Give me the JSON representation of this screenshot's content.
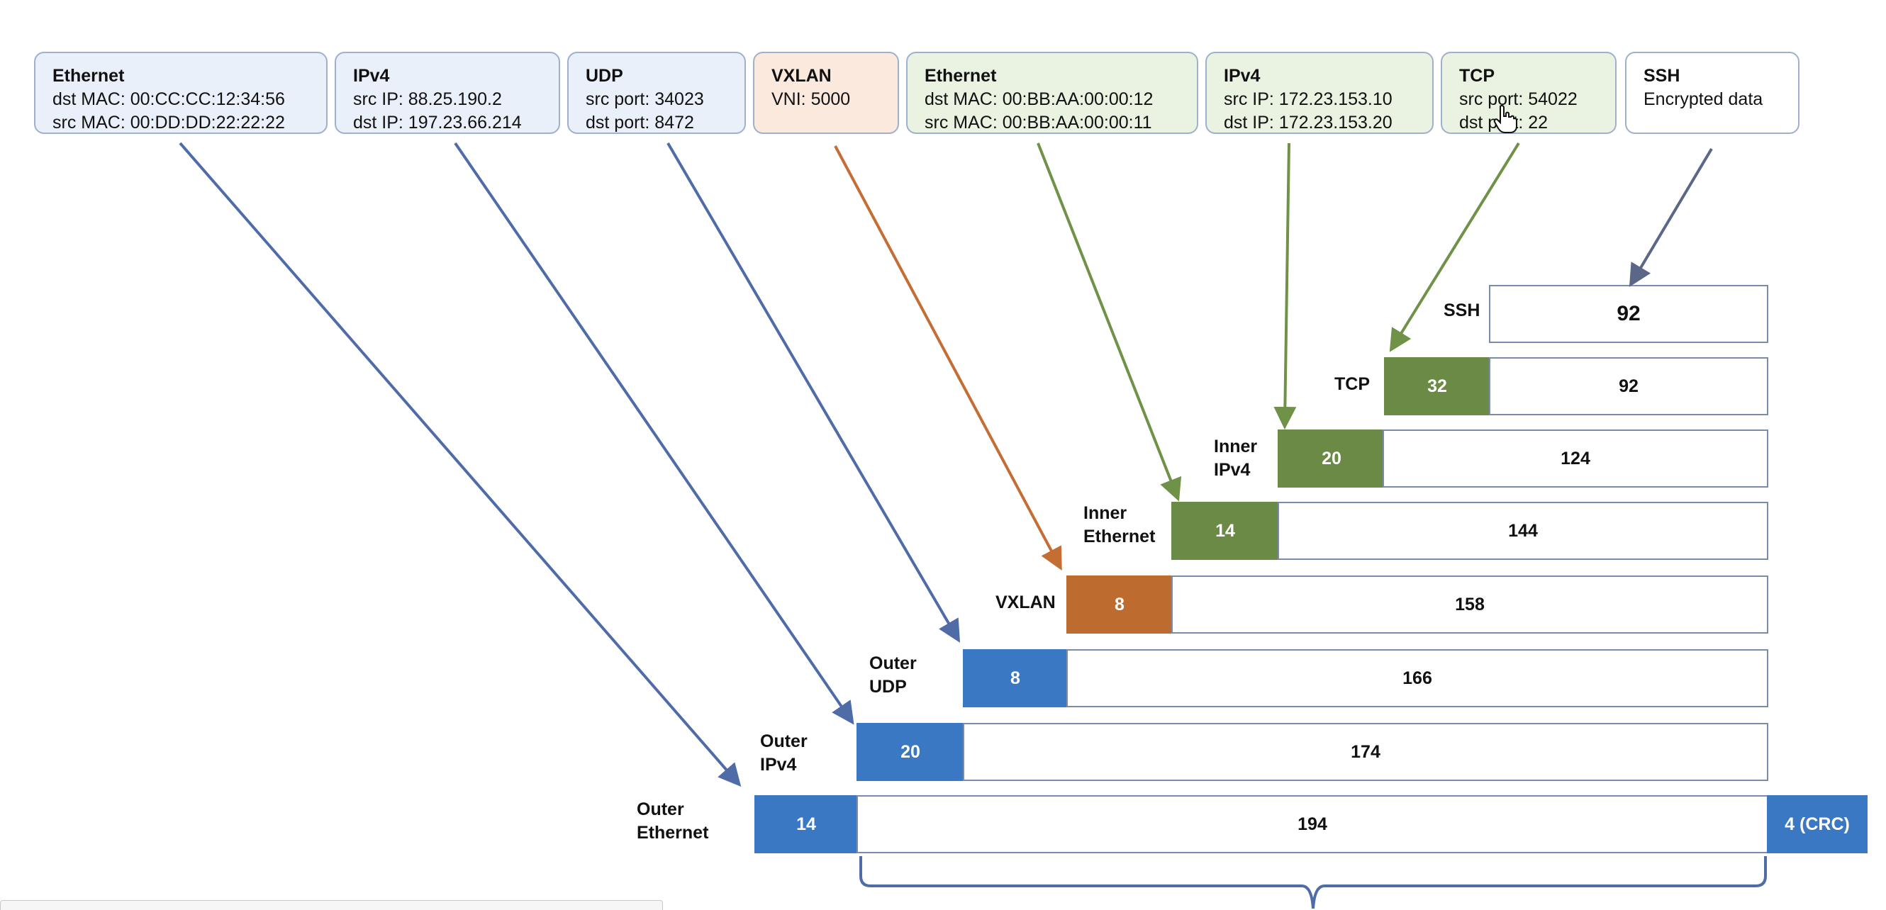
{
  "headers": [
    {
      "title": "Ethernet",
      "lines": [
        "dst MAC: 00:CC:CC:12:34:56",
        "src MAC: 00:DD:DD:22:22:22"
      ]
    },
    {
      "title": "IPv4",
      "lines": [
        "src IP: 88.25.190.2",
        "dst IP: 197.23.66.214"
      ]
    },
    {
      "title": "UDP",
      "lines": [
        "src port: 34023",
        "dst port: 8472"
      ]
    },
    {
      "title": "VXLAN",
      "lines": [
        "VNI: 5000"
      ]
    },
    {
      "title": "Ethernet",
      "lines": [
        "dst MAC: 00:BB:AA:00:00:12",
        "src MAC: 00:BB:AA:00:00:11"
      ]
    },
    {
      "title": "IPv4",
      "lines": [
        "src IP: 172.23.153.10",
        "dst IP: 172.23.153.20"
      ]
    },
    {
      "title": "TCP",
      "lines": [
        "src port: 54022",
        "dst port: 22"
      ]
    },
    {
      "title": "SSH",
      "lines": [
        "Encrypted data"
      ]
    }
  ],
  "layers": [
    {
      "label": "SSH",
      "header": "",
      "payload": "92"
    },
    {
      "label": "TCP",
      "header": "32",
      "payload": "92"
    },
    {
      "label": "Inner\nIPv4",
      "header": "20",
      "payload": "124"
    },
    {
      "label": "Inner\nEthernet",
      "header": "14",
      "payload": "144"
    },
    {
      "label": "VXLAN",
      "header": "8",
      "payload": "158"
    },
    {
      "label": "Outer\nUDP",
      "header": "8",
      "payload": "166"
    },
    {
      "label": "Outer\nIPv4",
      "header": "20",
      "payload": "174"
    },
    {
      "label": "Outer\nEthernet",
      "header": "14",
      "payload": "194",
      "trailer": "4 (CRC)"
    }
  ],
  "colors": {
    "blue": "#3b78c3",
    "green": "#6a8a45",
    "orange": "#bd6b2e",
    "arrow_blue": "#4f6ca8",
    "arrow_green": "#6f9248",
    "arrow_orange": "#c46d34",
    "arrow_ssh": "#5b6786"
  }
}
